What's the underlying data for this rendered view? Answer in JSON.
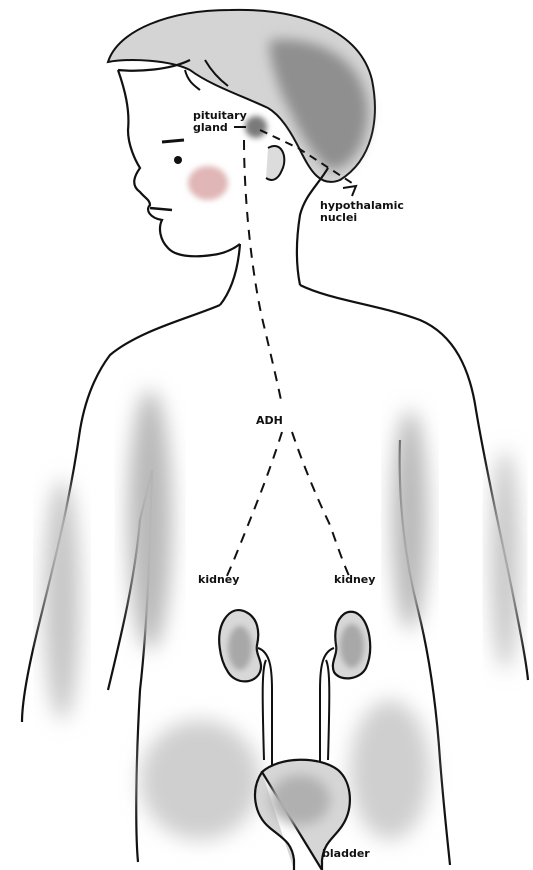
{
  "labels": {
    "pituitary_line1": "pituitary",
    "pituitary_line2": "gland",
    "hypothalamus_line1": "hypothalamic",
    "hypothalamus_line2": "nuclei",
    "adh": "ADH",
    "kidney_left": "kidney",
    "kidney_right": "kidney",
    "bladder": "bladder"
  },
  "colors": {
    "outline": "#111111",
    "hair": "#8f8f8f",
    "shade": "#b9b9b9",
    "cheek": "#e0b6b6",
    "gland": "#7a7a7a",
    "organ": "#a8a8a8"
  }
}
